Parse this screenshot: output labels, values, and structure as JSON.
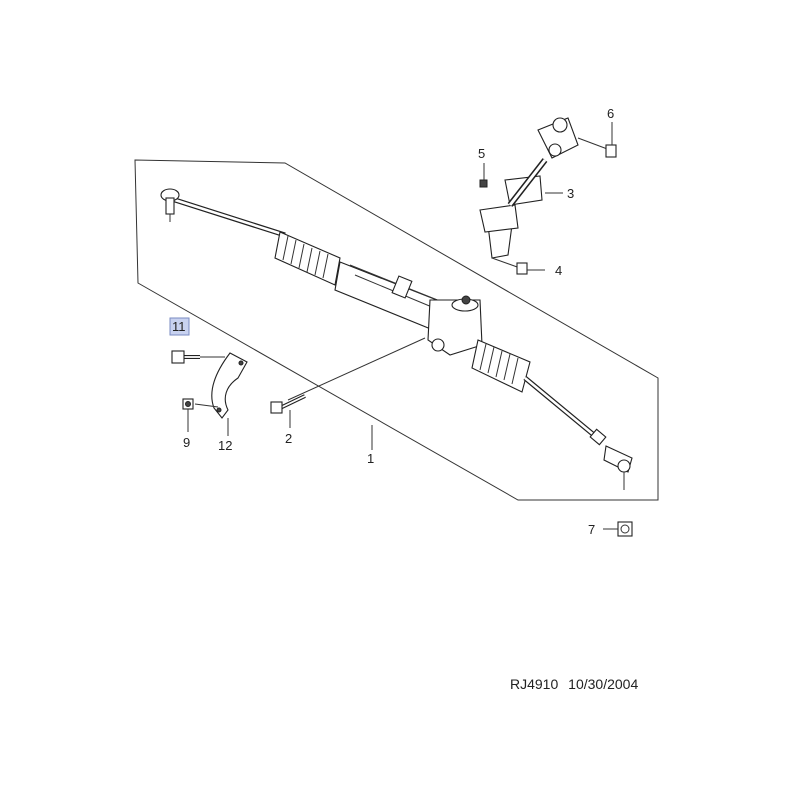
{
  "callouts": [
    {
      "id": "1",
      "text": "1"
    },
    {
      "id": "2",
      "text": "2"
    },
    {
      "id": "3",
      "text": "3"
    },
    {
      "id": "4",
      "text": "4"
    },
    {
      "id": "5",
      "text": "5"
    },
    {
      "id": "6",
      "text": "6"
    },
    {
      "id": "7",
      "text": "7"
    },
    {
      "id": "9",
      "text": "9"
    },
    {
      "id": "11",
      "text": "11",
      "highlighted": true
    },
    {
      "id": "12",
      "text": "12"
    }
  ],
  "footer": {
    "code": "RJ4910",
    "date": "10/30/2004"
  },
  "colors": {
    "highlight": "#c8d2f0",
    "line": "#333333"
  }
}
